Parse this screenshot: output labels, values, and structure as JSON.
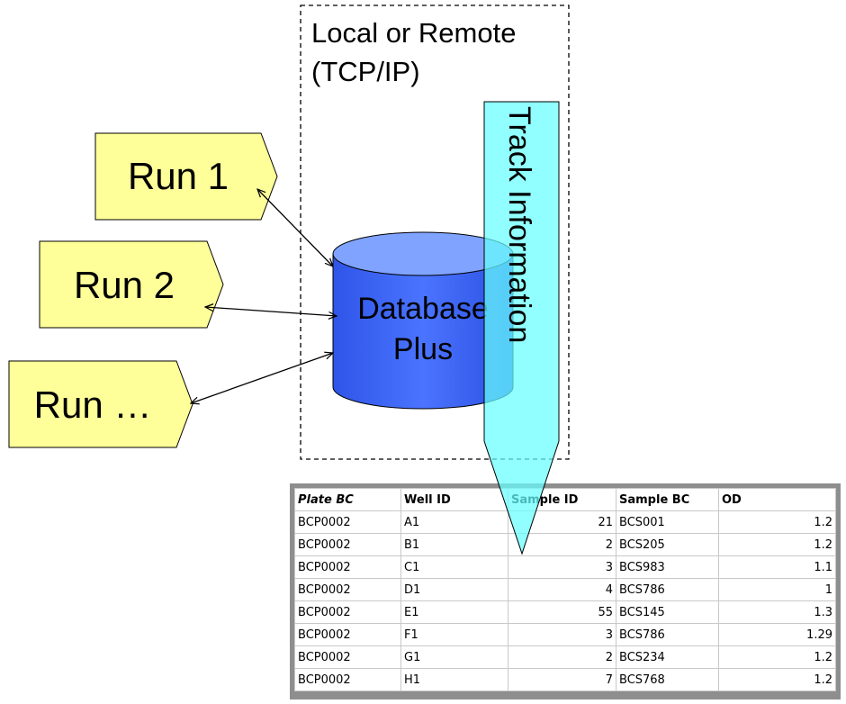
{
  "network_box": {
    "label_line1": "Local or Remote",
    "label_line2": "(TCP/IP)"
  },
  "runs": [
    {
      "label": "Run 1"
    },
    {
      "label": "Run 2"
    },
    {
      "label": "Run …"
    }
  ],
  "database": {
    "label_line1": "Database",
    "label_line2": "Plus"
  },
  "track_arrow": {
    "label": "Track Information"
  },
  "table": {
    "headers": [
      "Plate BC",
      "Well ID",
      "Sample ID",
      "Sample BC",
      "OD"
    ],
    "rows": [
      [
        "BCP0002",
        "A1",
        "21",
        "BCS001",
        "1.2"
      ],
      [
        "BCP0002",
        "B1",
        "2",
        "BCS205",
        "1.2"
      ],
      [
        "BCP0002",
        "C1",
        "3",
        "BCS983",
        "1.1"
      ],
      [
        "BCP0002",
        "D1",
        "4",
        "BCS786",
        "1"
      ],
      [
        "BCP0002",
        "E1",
        "55",
        "BCS145",
        "1.3"
      ],
      [
        "BCP0002",
        "F1",
        "3",
        "BCS786",
        "1.29"
      ],
      [
        "BCP0002",
        "G1",
        "2",
        "BCS234",
        "1.2"
      ],
      [
        "BCP0002",
        "H1",
        "7",
        "BCS768",
        "1.2"
      ]
    ]
  },
  "colors": {
    "run_fill": "#ffff99",
    "database_fill": "#3366ff",
    "database_top": "#7fa3ff",
    "track_fill": "#66ffff"
  }
}
